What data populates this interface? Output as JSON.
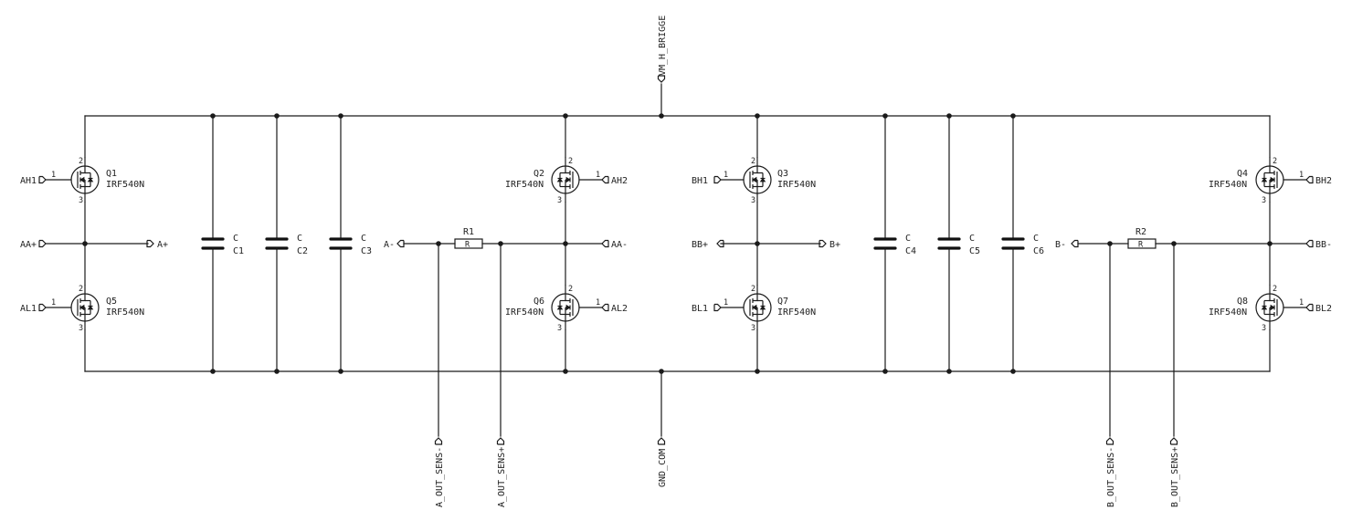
{
  "power_nets": {
    "top": "VM_H_BRIGGE",
    "bottom": "GND_COM"
  },
  "sense_nets": [
    "A_OUT_SENS-",
    "A_OUT_SENS+",
    "B_OUT_SENS-",
    "B_OUT_SENS+"
  ],
  "mosfets": [
    {
      "ref": "Q1",
      "value": "IRF540N",
      "input": "AH1",
      "pins": [
        "1",
        "2",
        "3"
      ]
    },
    {
      "ref": "Q5",
      "value": "IRF540N",
      "input": "AL1",
      "pins": [
        "1",
        "2",
        "3"
      ]
    },
    {
      "ref": "Q2",
      "value": "IRF540N",
      "input": "AH2",
      "pins": [
        "1",
        "2",
        "3"
      ]
    },
    {
      "ref": "Q6",
      "value": "IRF540N",
      "input": "AL2",
      "pins": [
        "1",
        "2",
        "3"
      ]
    },
    {
      "ref": "Q3",
      "value": "IRF540N",
      "input": "BH1",
      "pins": [
        "1",
        "2",
        "3"
      ]
    },
    {
      "ref": "Q7",
      "value": "IRF540N",
      "input": "BL1",
      "pins": [
        "1",
        "2",
        "3"
      ]
    },
    {
      "ref": "Q4",
      "value": "IRF540N",
      "input": "BH2",
      "pins": [
        "1",
        "2",
        "3"
      ]
    },
    {
      "ref": "Q8",
      "value": "IRF540N",
      "input": "BL2",
      "pins": [
        "1",
        "2",
        "3"
      ]
    }
  ],
  "capacitors": [
    {
      "ref": "C1",
      "value": "C"
    },
    {
      "ref": "C2",
      "value": "C"
    },
    {
      "ref": "C3",
      "value": "C"
    },
    {
      "ref": "C4",
      "value": "C"
    },
    {
      "ref": "C5",
      "value": "C"
    },
    {
      "ref": "C6",
      "value": "C"
    }
  ],
  "resistors": [
    {
      "ref": "R1",
      "value": "R"
    },
    {
      "ref": "R2",
      "value": "R"
    }
  ],
  "output_nets": {
    "aa_plus": "AA+",
    "a_plus": "A+",
    "a_minus": "A-",
    "aa_minus": "AA-",
    "bb_plus": "BB+",
    "b_plus": "B+",
    "b_minus": "B-",
    "bb_minus": "BB-"
  }
}
